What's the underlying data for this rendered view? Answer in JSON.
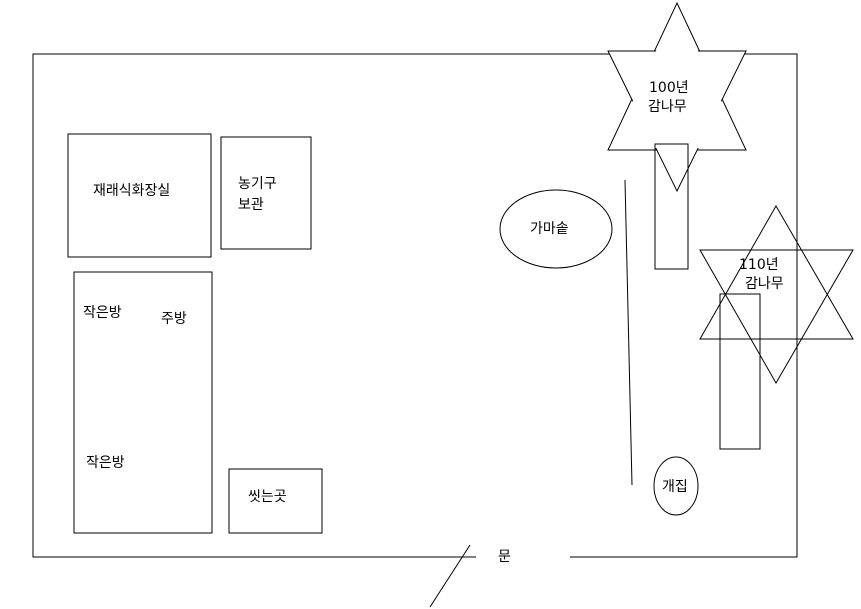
{
  "labels": {
    "toilet": "재래식화장실",
    "tool_storage_1": "농기구",
    "tool_storage_2": "보관",
    "small_room_1": "작은방",
    "kitchen": "주방",
    "small_room_2": "작은방",
    "washroom": "씻는곳",
    "cauldron": "가마솥",
    "doghouse": "개집",
    "door": "문",
    "tree1_age": "100년",
    "tree1_name": "감나무",
    "tree2_age": "110년",
    "tree2_name": "감나무"
  }
}
